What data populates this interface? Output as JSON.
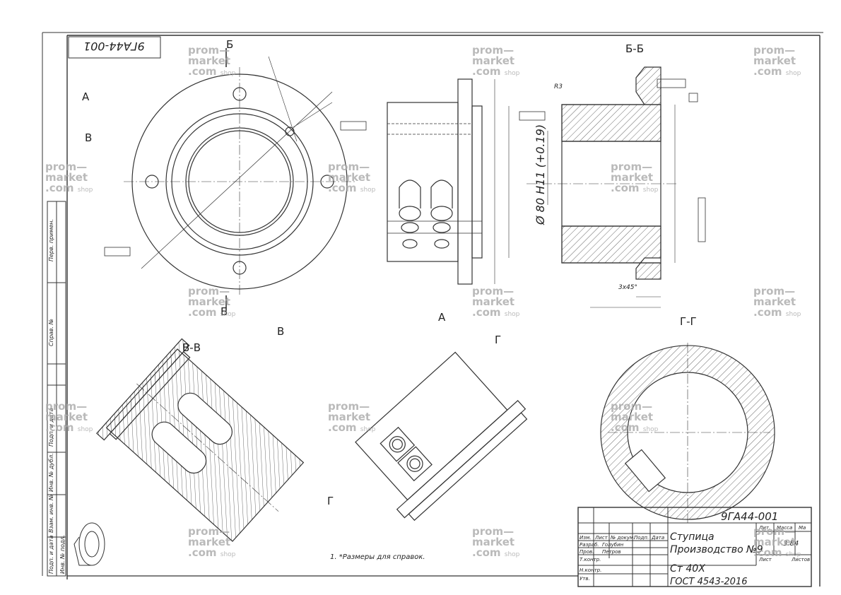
{
  "drawing": {
    "number_stamp": "9ГА44-001",
    "views": {
      "section_bb": "Б-Б",
      "section_vv": "В-В",
      "section_gg": "Г-Г",
      "cut_b_top": "Б",
      "cut_b_bottom": "Б",
      "view_a_left": "А",
      "view_a_bottom": "А",
      "cut_v_left": "В",
      "cut_v_bottom": "В",
      "cut_g_top": "Г",
      "cut_g_bottom": "Г"
    },
    "dimensions": {
      "bore": "Ø 80 H11 (+0.19)",
      "chamfer": "3x45°",
      "radius": "R3"
    },
    "note": "1. *Размеры для справок."
  },
  "title_block": {
    "designation": "9ГА44-001",
    "part_name": "Ступица",
    "production": "Производство №9",
    "material": "Ст 40Х",
    "standard": "ГОСТ 4543-2016",
    "scale": "3.84",
    "headers": [
      "Лит.",
      "Масса",
      "Ма"
    ],
    "sheet_labels": [
      "Лист",
      "Листов"
    ],
    "rows": [
      {
        "role": "Изм.",
        "col2": "Лист",
        "col3": "№ докум.",
        "col4": "Подп.",
        "col5": "Дата"
      },
      {
        "role": "Разраб.",
        "name": "Голубин"
      },
      {
        "role": "Пров.",
        "name": "Петров"
      },
      {
        "role": "Т.контр.",
        "name": ""
      },
      {
        "role": "Н.контр.",
        "name": ""
      },
      {
        "role": "Утв.",
        "name": ""
      }
    ]
  },
  "side_column": [
    "Перв. примен.",
    "Справ. №",
    "Подп. и дата",
    "Инв. № дубл.",
    "Взам. инв. №",
    "Подп. и дата",
    "Инв. № подл."
  ],
  "watermark": {
    "line1": "prom—",
    "line2": "market",
    "line3": ".com",
    "suffix": "shop"
  }
}
